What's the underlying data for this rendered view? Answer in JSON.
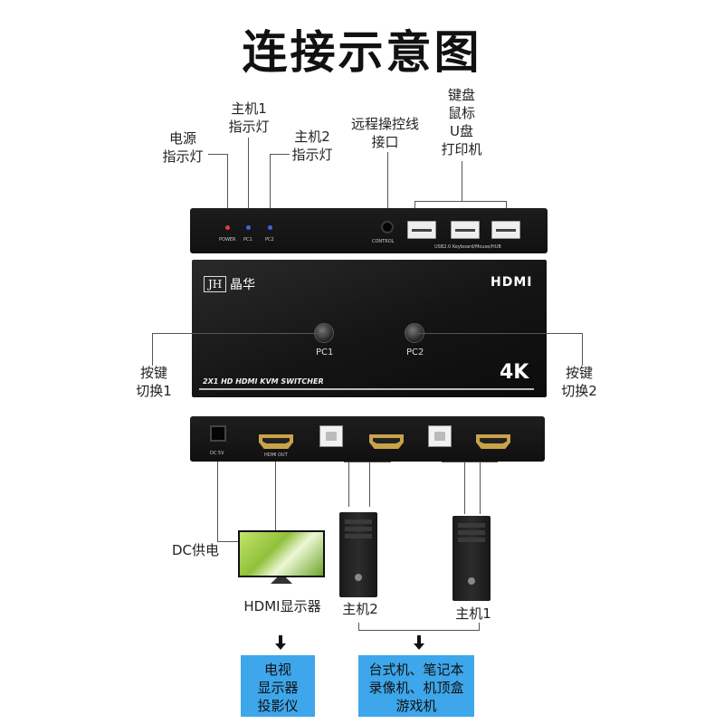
{
  "title": "连接示意图",
  "labels": {
    "power_led": [
      "电源",
      "指示灯"
    ],
    "host1_led": [
      "主机1",
      "指示灯"
    ],
    "host2_led": [
      "主机2",
      "指示灯"
    ],
    "remote": [
      "远程操控线",
      "接口"
    ],
    "usb_devices": [
      "键盘",
      "鼠标",
      "U盘",
      "打印机"
    ],
    "btn1": [
      "按键",
      "切换1"
    ],
    "btn2": [
      "按键",
      "切换2"
    ],
    "dc": "DC供电",
    "monitor": "HDMI显示器",
    "host2": "主机2",
    "host1": "主机1"
  },
  "device": {
    "front_labels": {
      "power": "POWER",
      "pc1": "PC1",
      "pc2": "PC2",
      "control": "CONTROL",
      "usb_caption": "USB2.0 Keyboard/Mouse/HUB"
    },
    "brand": "JH",
    "brand_cn": "晶华",
    "hdmi_logo": "HDMI",
    "btn_pc1": "PC1",
    "btn_pc2": "PC2",
    "model": "2X1 HD HDMI KVM SWITCHER",
    "resolution": "4K",
    "back_labels": {
      "dc": "DC 5V",
      "hdmi_out": "HDMI OUT"
    }
  },
  "outputs": {
    "display_box": [
      "电视",
      "显示器",
      "投影仪"
    ],
    "host_box": [
      "台式机、笔记本",
      "录像机、机顶盒",
      "游戏机"
    ]
  },
  "colors": {
    "accent_blue": "#3ea6ea",
    "hdmi_gold": "#c9a24a",
    "device_black": "#111111",
    "led_red": "#e23b3b",
    "led_blue": "#3b66e2"
  }
}
